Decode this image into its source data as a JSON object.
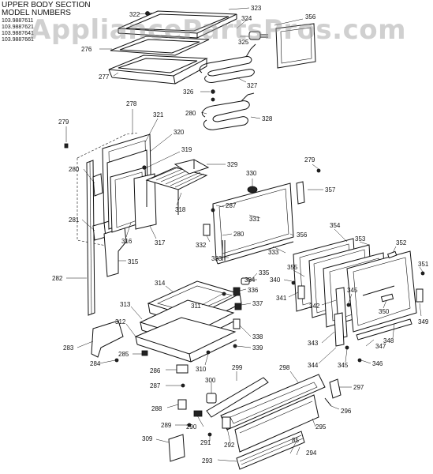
{
  "header": {
    "title": "UPPER BODY SECTION",
    "subtitle": "MODEL NUMBERS",
    "models": [
      "103.9887611",
      "103.9887621",
      "103.9887641",
      "103.9887661"
    ]
  },
  "watermark": "AppliancePartsPros.com",
  "labels": {
    "p322": "322",
    "p323": "323",
    "p324": "324",
    "p325": "325",
    "p356a": "356",
    "p276": "276",
    "p277": "277",
    "p326": "326",
    "p327": "327",
    "p280a": "280",
    "p328": "328",
    "p278": "278",
    "p279a": "279",
    "p321": "321",
    "p320": "320",
    "p319": "319",
    "p329": "329",
    "p280b": "280",
    "p318": "318",
    "p281": "281",
    "p316": "316",
    "p317": "317",
    "p315": "315",
    "p282": "282",
    "p330": "330",
    "p279b": "279",
    "p357": "357",
    "p287a": "287",
    "p331": "331",
    "p280c": "280",
    "p332": "332",
    "p333a": "333",
    "p333b": "333",
    "p356b": "356",
    "p354": "354",
    "p353": "353",
    "p352": "352",
    "p351": "351",
    "p355": "355",
    "p334": "334",
    "p335": "335",
    "p314": "314",
    "p311": "311",
    "p336": "336",
    "p340": "340",
    "p313": "313",
    "p337": "337",
    "p341": "341",
    "p342": "342",
    "p345a": "345",
    "p350": "350",
    "p349": "349",
    "p312": "312",
    "p338": "338",
    "p348": "348",
    "p283": "283",
    "p285": "285",
    "p339": "339",
    "p343": "343",
    "p347": "347",
    "p284": "284",
    "p310": "310",
    "p344": "344",
    "p345b": "345",
    "p346": "346",
    "p286": "286",
    "p299": "299",
    "p298": "298",
    "p287b": "287",
    "p300": "300",
    "p297": "297",
    "p288": "288",
    "p296": "296",
    "p289": "289",
    "p290": "290",
    "p295": "295",
    "p291": "291",
    "p292": "292",
    "p309": "309",
    "p85": "85",
    "p294": "294",
    "p293": "293"
  }
}
